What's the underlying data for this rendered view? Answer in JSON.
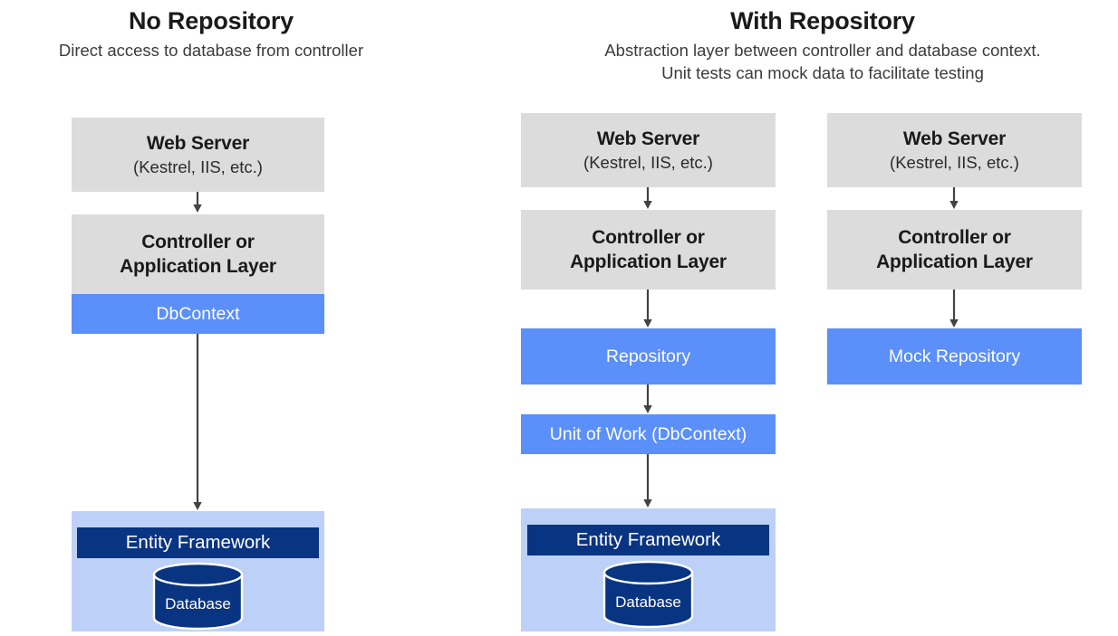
{
  "panels": {
    "left": {
      "title": "No Repository",
      "subtitle": "Direct access to database from controller"
    },
    "right": {
      "title": "With Repository",
      "subtitle_line1": "Abstraction layer between controller and database context.",
      "subtitle_line2": "Unit tests can mock data to facilitate testing"
    }
  },
  "boxes": {
    "web_server_title": "Web Server",
    "web_server_sub": "(Kestrel, IIS, etc.)",
    "controller_line1": "Controller or",
    "controller_line2": "Application Layer",
    "dbcontext": "DbContext",
    "repository": "Repository",
    "mock_repository": "Mock Repository",
    "unit_of_work": "Unit of Work (DbContext)",
    "entity_framework": "Entity Framework",
    "database": "Database"
  },
  "colors": {
    "gray_box": "#dcdcdc",
    "blue_box": "#5b8ff9",
    "light_blue_container": "#bdd0f7",
    "navy_bar": "#093481",
    "arrow": "#434343",
    "text_dark": "#1a1a1a",
    "text_white": "#ffffff"
  },
  "flows": {
    "left": [
      "Web Server",
      "Controller or Application Layer",
      "DbContext",
      "Entity Framework",
      "Database"
    ],
    "middle": [
      "Web Server",
      "Controller or Application Layer",
      "Repository",
      "Unit of Work (DbContext)",
      "Entity Framework",
      "Database"
    ],
    "right": [
      "Web Server",
      "Controller or Application Layer",
      "Mock Repository"
    ]
  }
}
